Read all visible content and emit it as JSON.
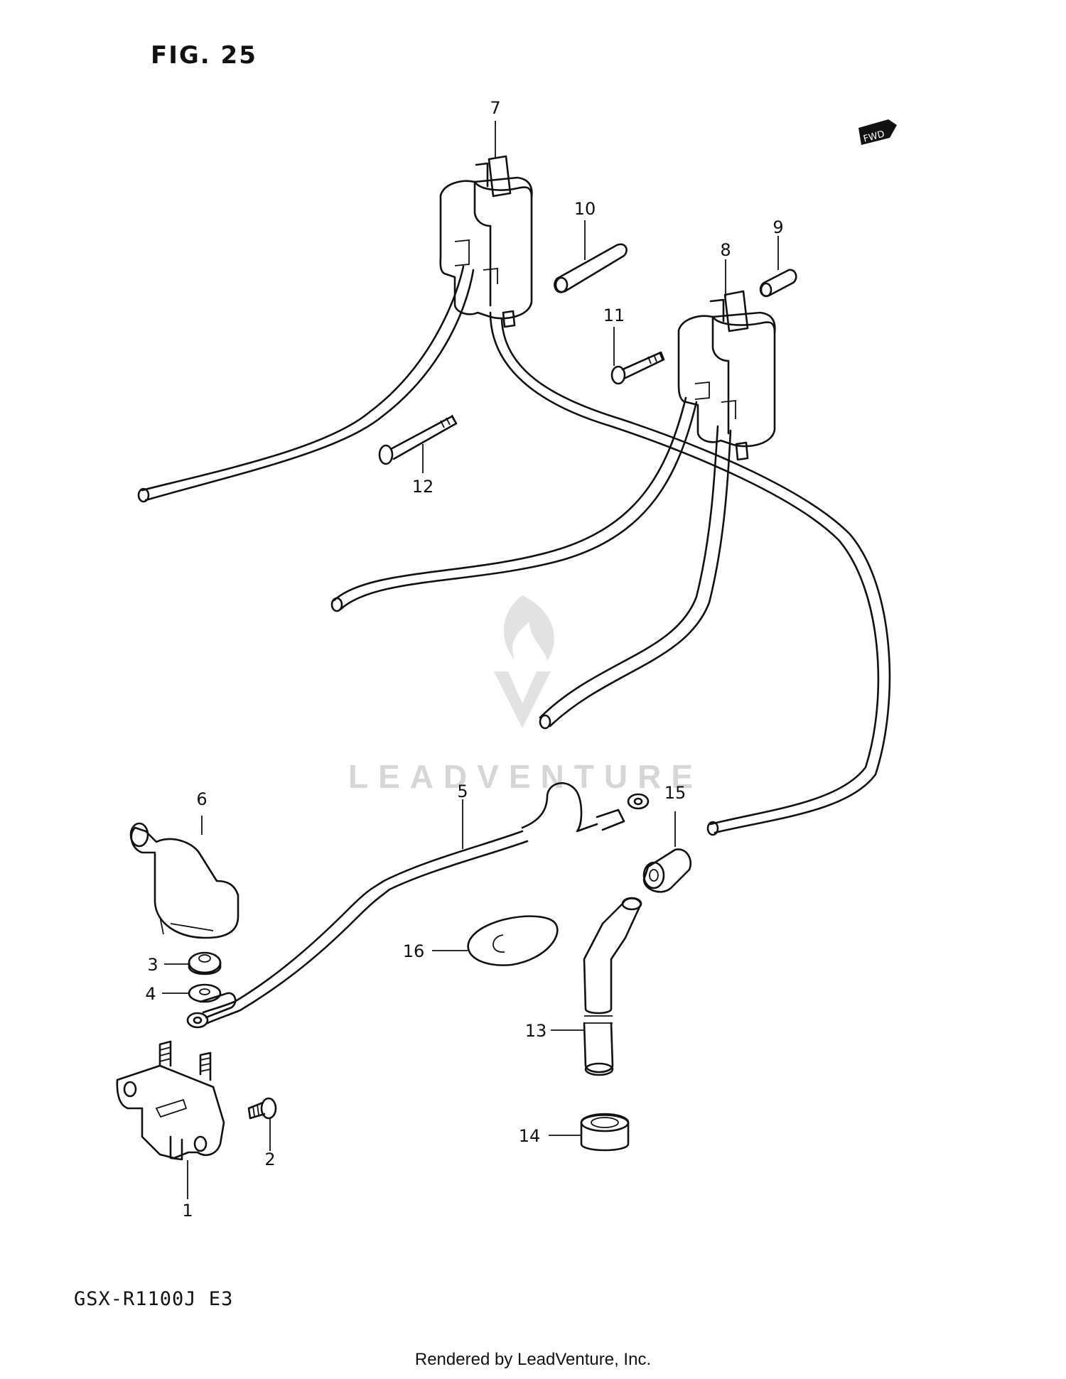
{
  "figure_title": "FIG. 25",
  "model_code": "GSX-R1100J E3",
  "footer": "Rendered by LeadVenture, Inc.",
  "watermark": "LEADVENTURE",
  "fwd_badge": "FWD",
  "callouts": [
    "1",
    "2",
    "3",
    "4",
    "5",
    "6",
    "7",
    "8",
    "9",
    "10",
    "11",
    "12",
    "13",
    "14",
    "15",
    "16"
  ]
}
